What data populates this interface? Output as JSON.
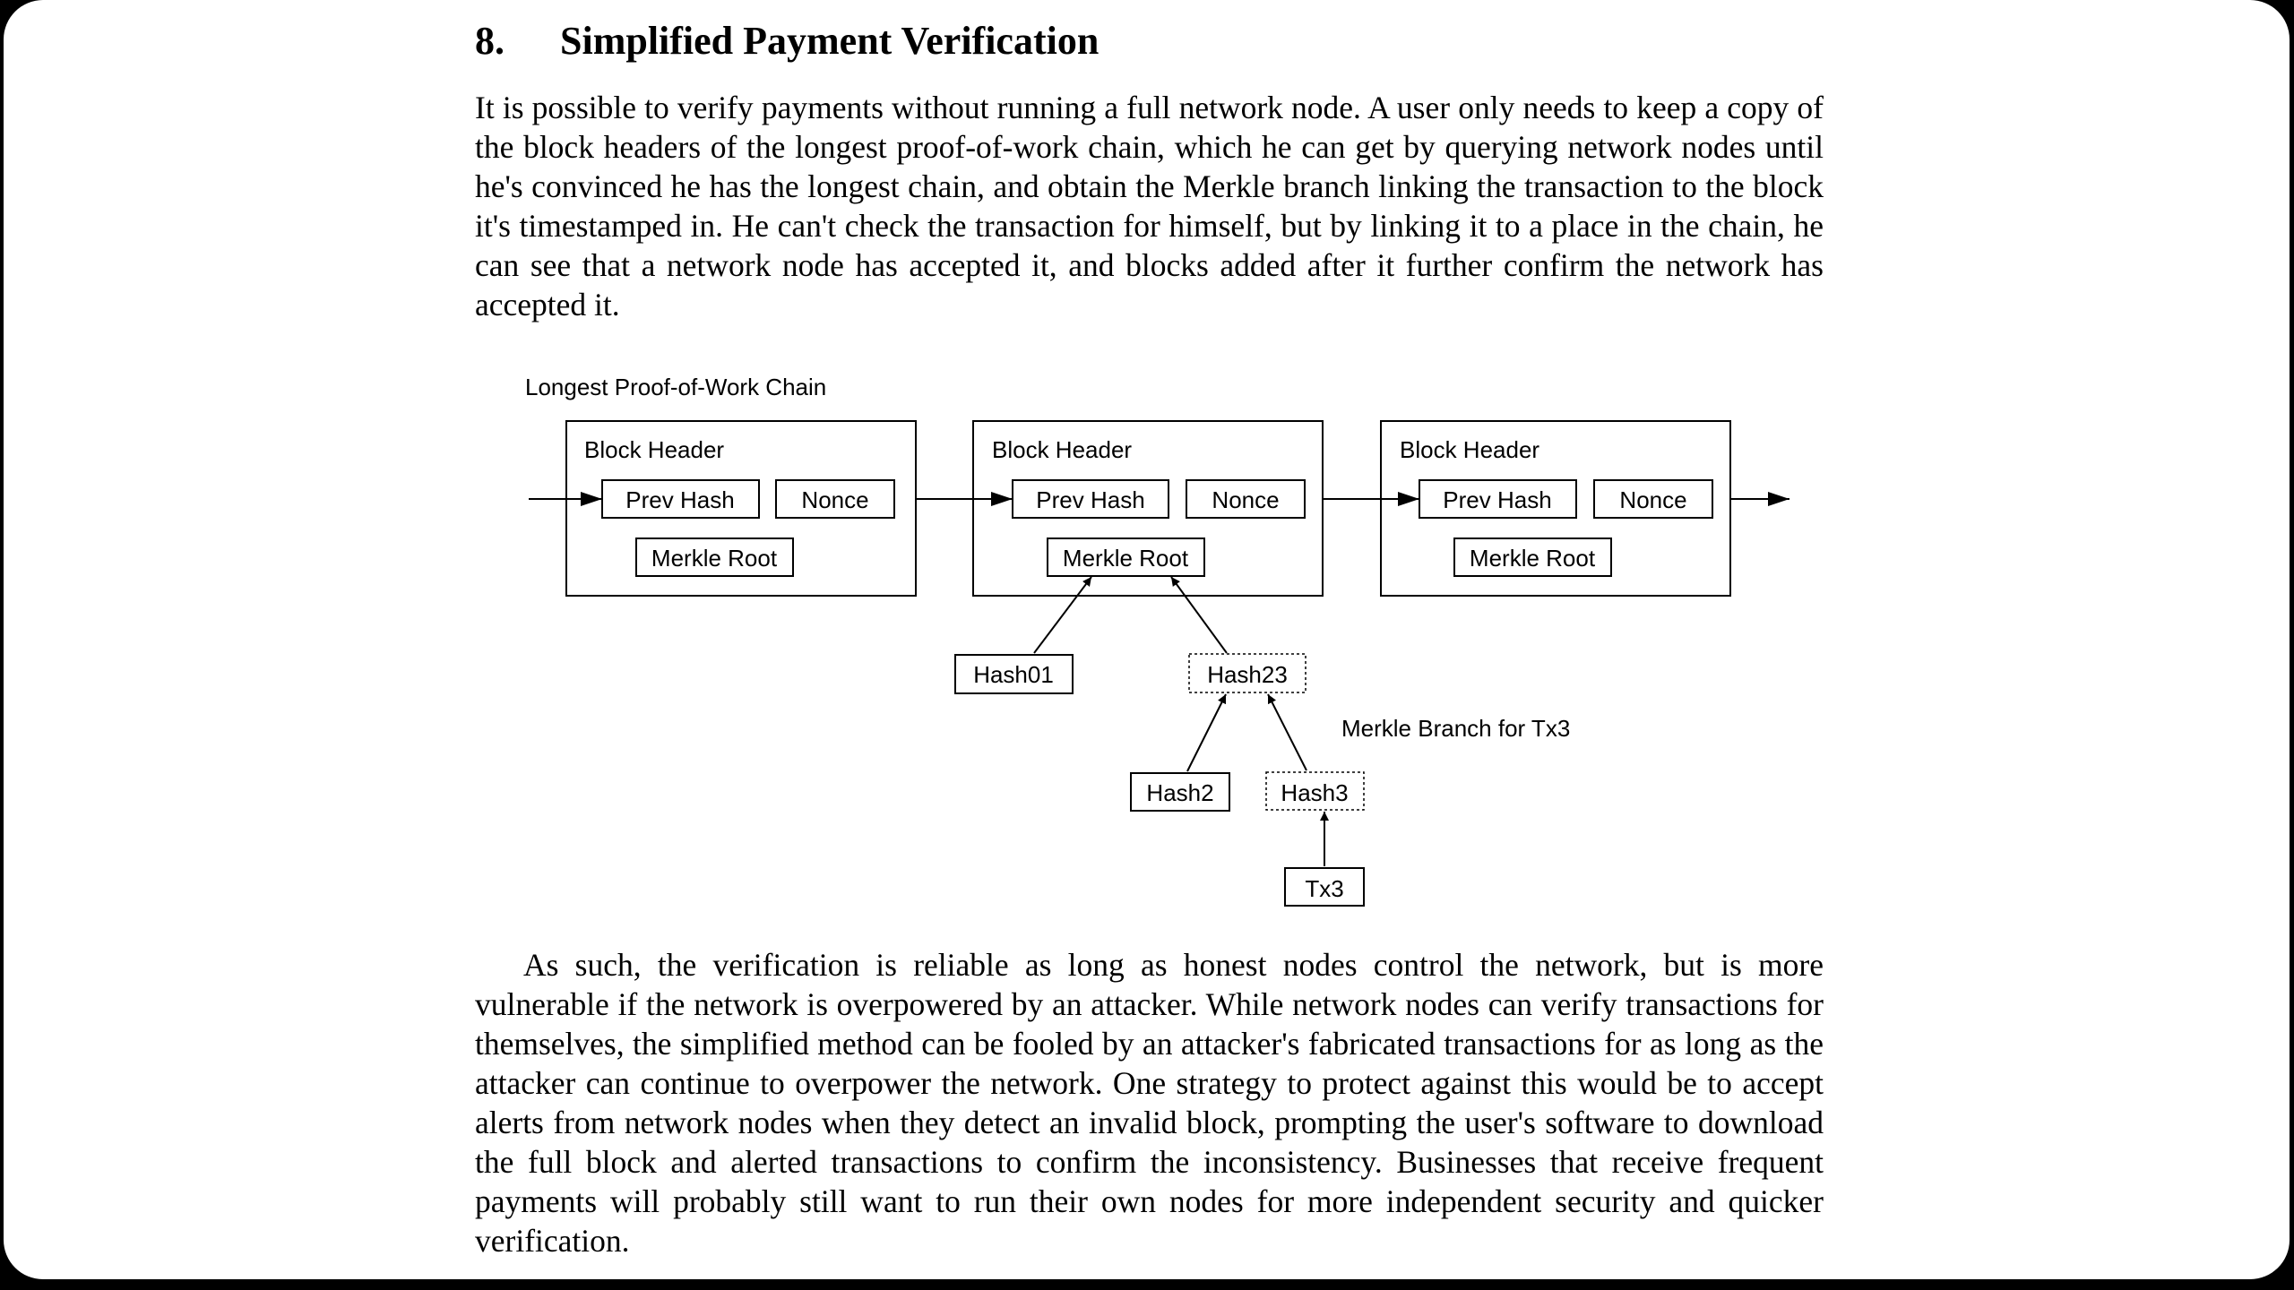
{
  "section": {
    "number": "8.",
    "title": "Simplified Payment Verification"
  },
  "paragraphs": [
    "It is possible to verify payments without running a full network node.  A user only needs to keep a copy of the block headers of the longest proof-of-work chain, which he can get by querying network nodes until he's convinced he has the longest chain, and obtain the Merkle branch linking the transaction to the block it's timestamped in.  He can't check the transaction for himself, but by linking it to a place in the chain, he can see that a network node has accepted it, and blocks added after it further confirm the network has accepted it.",
    "As such, the verification is reliable as long as honest nodes control the network, but is more vulnerable if the network is overpowered by an attacker.  While network nodes can verify transactions for themselves, the simplified method can be fooled by an attacker's fabricated transactions for as long as the attacker can continue to overpower the network.  One strategy to protect against this would be to accept alerts from network nodes when they detect an invalid block, prompting the user's software to download the full block and alerted transactions to confirm the inconsistency.  Businesses that receive frequent payments will probably still want to run their own nodes for more independent security and quicker verification."
  ],
  "diagram": {
    "chain_label": "Longest Proof-of-Work Chain",
    "branch_label": "Merkle Branch for Tx3",
    "blocks": [
      {
        "header": "Block Header",
        "prev_hash": "Prev Hash",
        "nonce": "Nonce",
        "merkle_root": "Merkle Root"
      },
      {
        "header": "Block Header",
        "prev_hash": "Prev Hash",
        "nonce": "Nonce",
        "merkle_root": "Merkle Root"
      },
      {
        "header": "Block Header",
        "prev_hash": "Prev Hash",
        "nonce": "Nonce",
        "merkle_root": "Merkle Root"
      }
    ],
    "nodes": {
      "hash01": "Hash01",
      "hash23": "Hash23",
      "hash2": "Hash2",
      "hash3": "Hash3",
      "tx3": "Tx3"
    }
  }
}
